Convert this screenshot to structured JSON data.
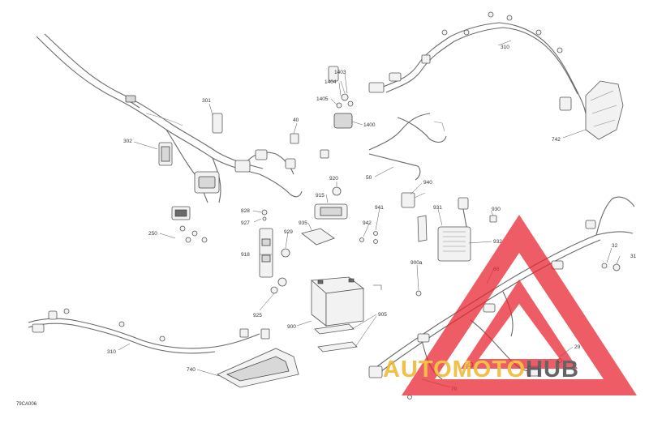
{
  "diagram": {
    "code": "79CA006",
    "labels": {
      "l301": "301",
      "l302": "302",
      "l250": "250",
      "l40": "40",
      "l1403": "1403",
      "l1404": "1404",
      "l1405": "1405",
      "l1400": "1400",
      "l310_top": "310",
      "l742": "742",
      "l50": "50",
      "l920": "920",
      "l915": "915",
      "l940": "940",
      "l828": "828",
      "l927": "927",
      "l935": "935",
      "l941": "941",
      "l942": "942",
      "l931": "931",
      "l930": "930",
      "l932": "932",
      "l918": "918",
      "l929": "929",
      "l900a": "900a",
      "l60": "60",
      "l32": "32",
      "l31": "31",
      "l925": "925",
      "l900": "900",
      "l905": "905",
      "l310_bottom": "310",
      "l740": "740",
      "l29": "29",
      "l70": "70"
    }
  },
  "watermark": {
    "part1": "AUTO",
    "part2": "MOTO",
    "part3": "HUB",
    "colors": {
      "triangle": "#e8202a",
      "text_yellow": "#f0b428",
      "text_dark": "#4a4a4a"
    }
  }
}
